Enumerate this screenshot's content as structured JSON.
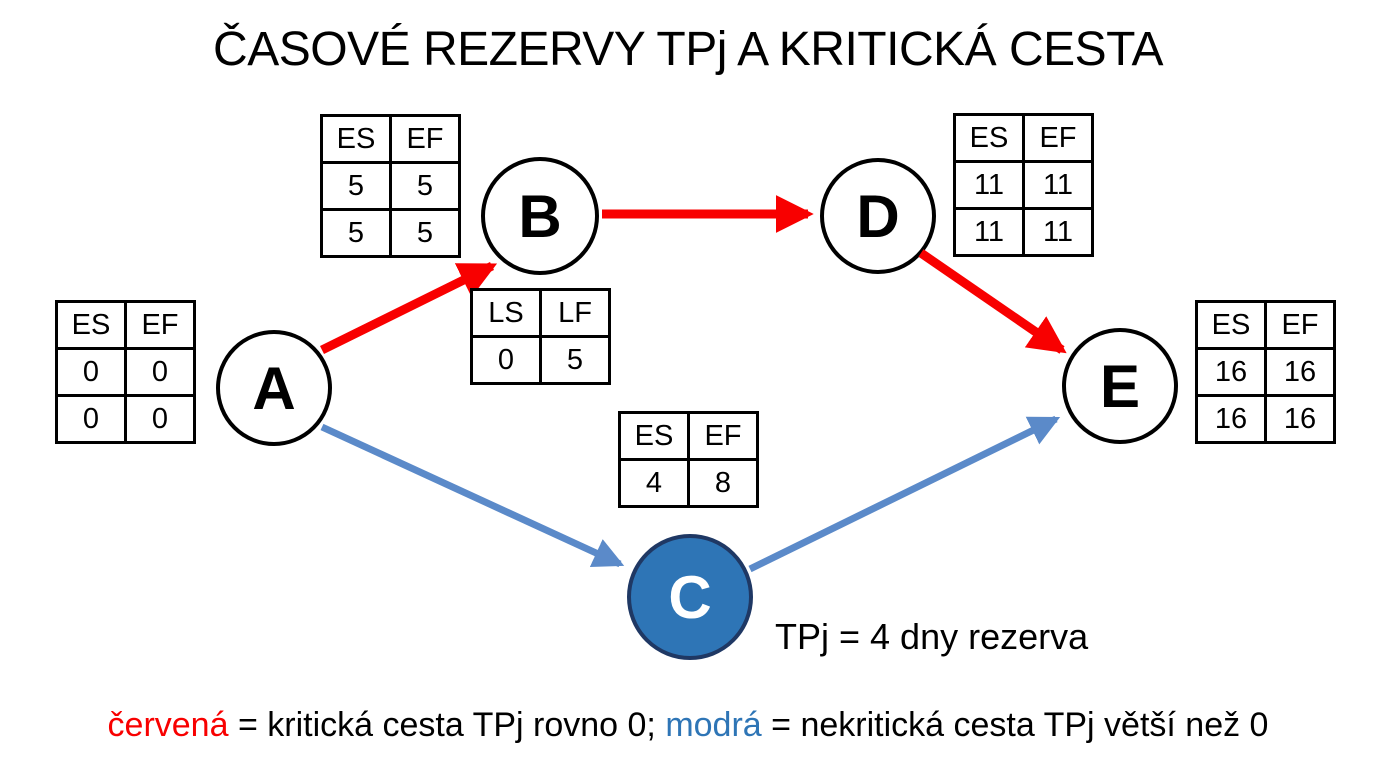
{
  "title": "ČASOVÉ REZERVY TPj A KRITICKÁ CESTA",
  "colors": {
    "critical": "#f80000",
    "noncritical": "#5b8ac9",
    "node_fill": "#ffffff",
    "node_stroke": "#000000",
    "node_c_fill": "#2e75b6",
    "node_c_border": "#1f3864",
    "legend_blue": "#2e75b6",
    "legend_red": "#f80000"
  },
  "nodes": {
    "a": "A",
    "b": "B",
    "c": "C",
    "d": "D",
    "e": "E"
  },
  "tables": {
    "a": {
      "header": [
        "ES",
        "EF"
      ],
      "rows": [
        [
          "0",
          "0"
        ],
        [
          "0",
          "0"
        ]
      ]
    },
    "b": {
      "header": [
        "ES",
        "EF"
      ],
      "rows": [
        [
          "5",
          "5"
        ],
        [
          "5",
          "5"
        ]
      ]
    },
    "b_late": {
      "header": [
        "LS",
        "LF"
      ],
      "rows": [
        [
          "0",
          "5"
        ]
      ]
    },
    "c": {
      "header": [
        "ES",
        "EF"
      ],
      "rows": [
        [
          "4",
          "8"
        ]
      ]
    },
    "d": {
      "header": [
        "ES",
        "EF"
      ],
      "rows": [
        [
          "11",
          "11"
        ],
        [
          "11",
          "11"
        ]
      ]
    },
    "e": {
      "header": [
        "ES",
        "EF"
      ],
      "rows": [
        [
          "16",
          "16"
        ],
        [
          "16",
          "16"
        ]
      ]
    }
  },
  "annotations": {
    "c_note": "TPj = 4 dny rezerva"
  },
  "legend": {
    "red_term": "červená",
    "red_desc": " = kritická cesta TPj rovno 0; ",
    "blue_term": "modrá",
    "blue_desc": " = nekritická cesta TPj větší než 0"
  }
}
